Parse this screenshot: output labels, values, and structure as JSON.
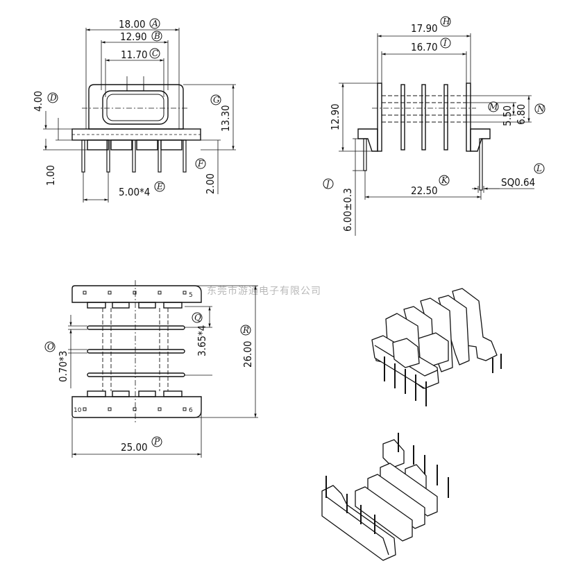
{
  "watermark": "东莞市游通电子有限公司",
  "dimensions": {
    "A": {
      "value": "18.00",
      "letter": "A"
    },
    "B": {
      "value": "12.90",
      "letter": "B"
    },
    "C": {
      "value": "11.70",
      "letter": "C"
    },
    "D": {
      "value": "4.00",
      "letter": "D"
    },
    "E": {
      "value": "5.00*4",
      "letter": "E"
    },
    "F": {
      "value": "2.00",
      "letter": "F"
    },
    "G": {
      "value": "13.30",
      "letter": "G"
    },
    "H": {
      "value": "17.90",
      "letter": "H"
    },
    "I": {
      "value": "16.70",
      "letter": "I"
    },
    "J": {
      "value": "6.00±0.3",
      "letter": "J"
    },
    "K": {
      "value": "22.50",
      "letter": "K"
    },
    "L": {
      "value": "SQ0.64",
      "letter": "L"
    },
    "M": {
      "value": "5.50",
      "letter": "M"
    },
    "N": {
      "value": "6.80",
      "letter": "N"
    },
    "O": {
      "value": "0.70*3",
      "letter": "O"
    },
    "P": {
      "value": "25.00",
      "letter": "P"
    },
    "Q": {
      "value": "3.65*4",
      "letter": "Q"
    },
    "R": {
      "value": "26.00",
      "letter": "R"
    },
    "front_small": {
      "value": "1.00"
    },
    "side_height": {
      "value": "12.90"
    }
  },
  "pins": {
    "p5": "5",
    "p10": "10",
    "p6": "6"
  }
}
